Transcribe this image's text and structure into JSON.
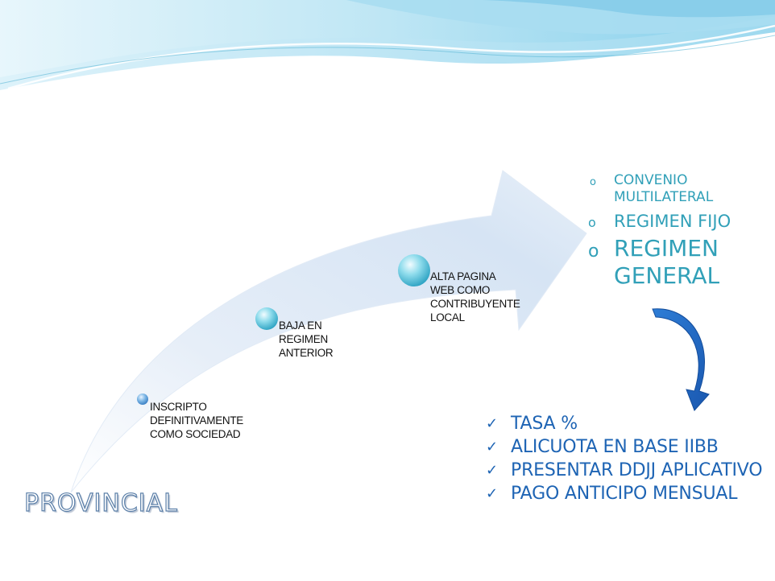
{
  "diagram": {
    "steps": [
      {
        "lines": [
          "INSCRIPTO",
          "DEFINITIVAMENTE",
          "COMO SOCIEDAD"
        ]
      },
      {
        "lines": [
          "BAJA EN",
          "REGIMEN",
          "ANTERIOR"
        ]
      },
      {
        "lines": [
          "ALTA PAGINA",
          "WEB COMO",
          "CONTRIBUYENTE",
          "LOCAL"
        ]
      }
    ],
    "options": [
      "CONVENIO MULTILATERAL",
      "REGIMEN FIJO",
      "REGIMEN GENERAL"
    ],
    "option_bullet": "o",
    "checklist": [
      "TASA %",
      "ALICUOTA EN BASE IIBB",
      "PRESENTAR DDJJ APLICATIVO",
      "PAGO ANTICIPO MENSUAL"
    ],
    "check_mark": "✓",
    "footer_label": "PROVINCIAL"
  },
  "colors": {
    "wave_light": "#CFEFF8",
    "wave_mid": "#8ED3EE",
    "arrow": "#E3EEF9",
    "bead": "#5BC6DD",
    "option_text": "#31A0B8",
    "check_text": "#1E64B4",
    "curved_arrow": "#1E64C8"
  }
}
